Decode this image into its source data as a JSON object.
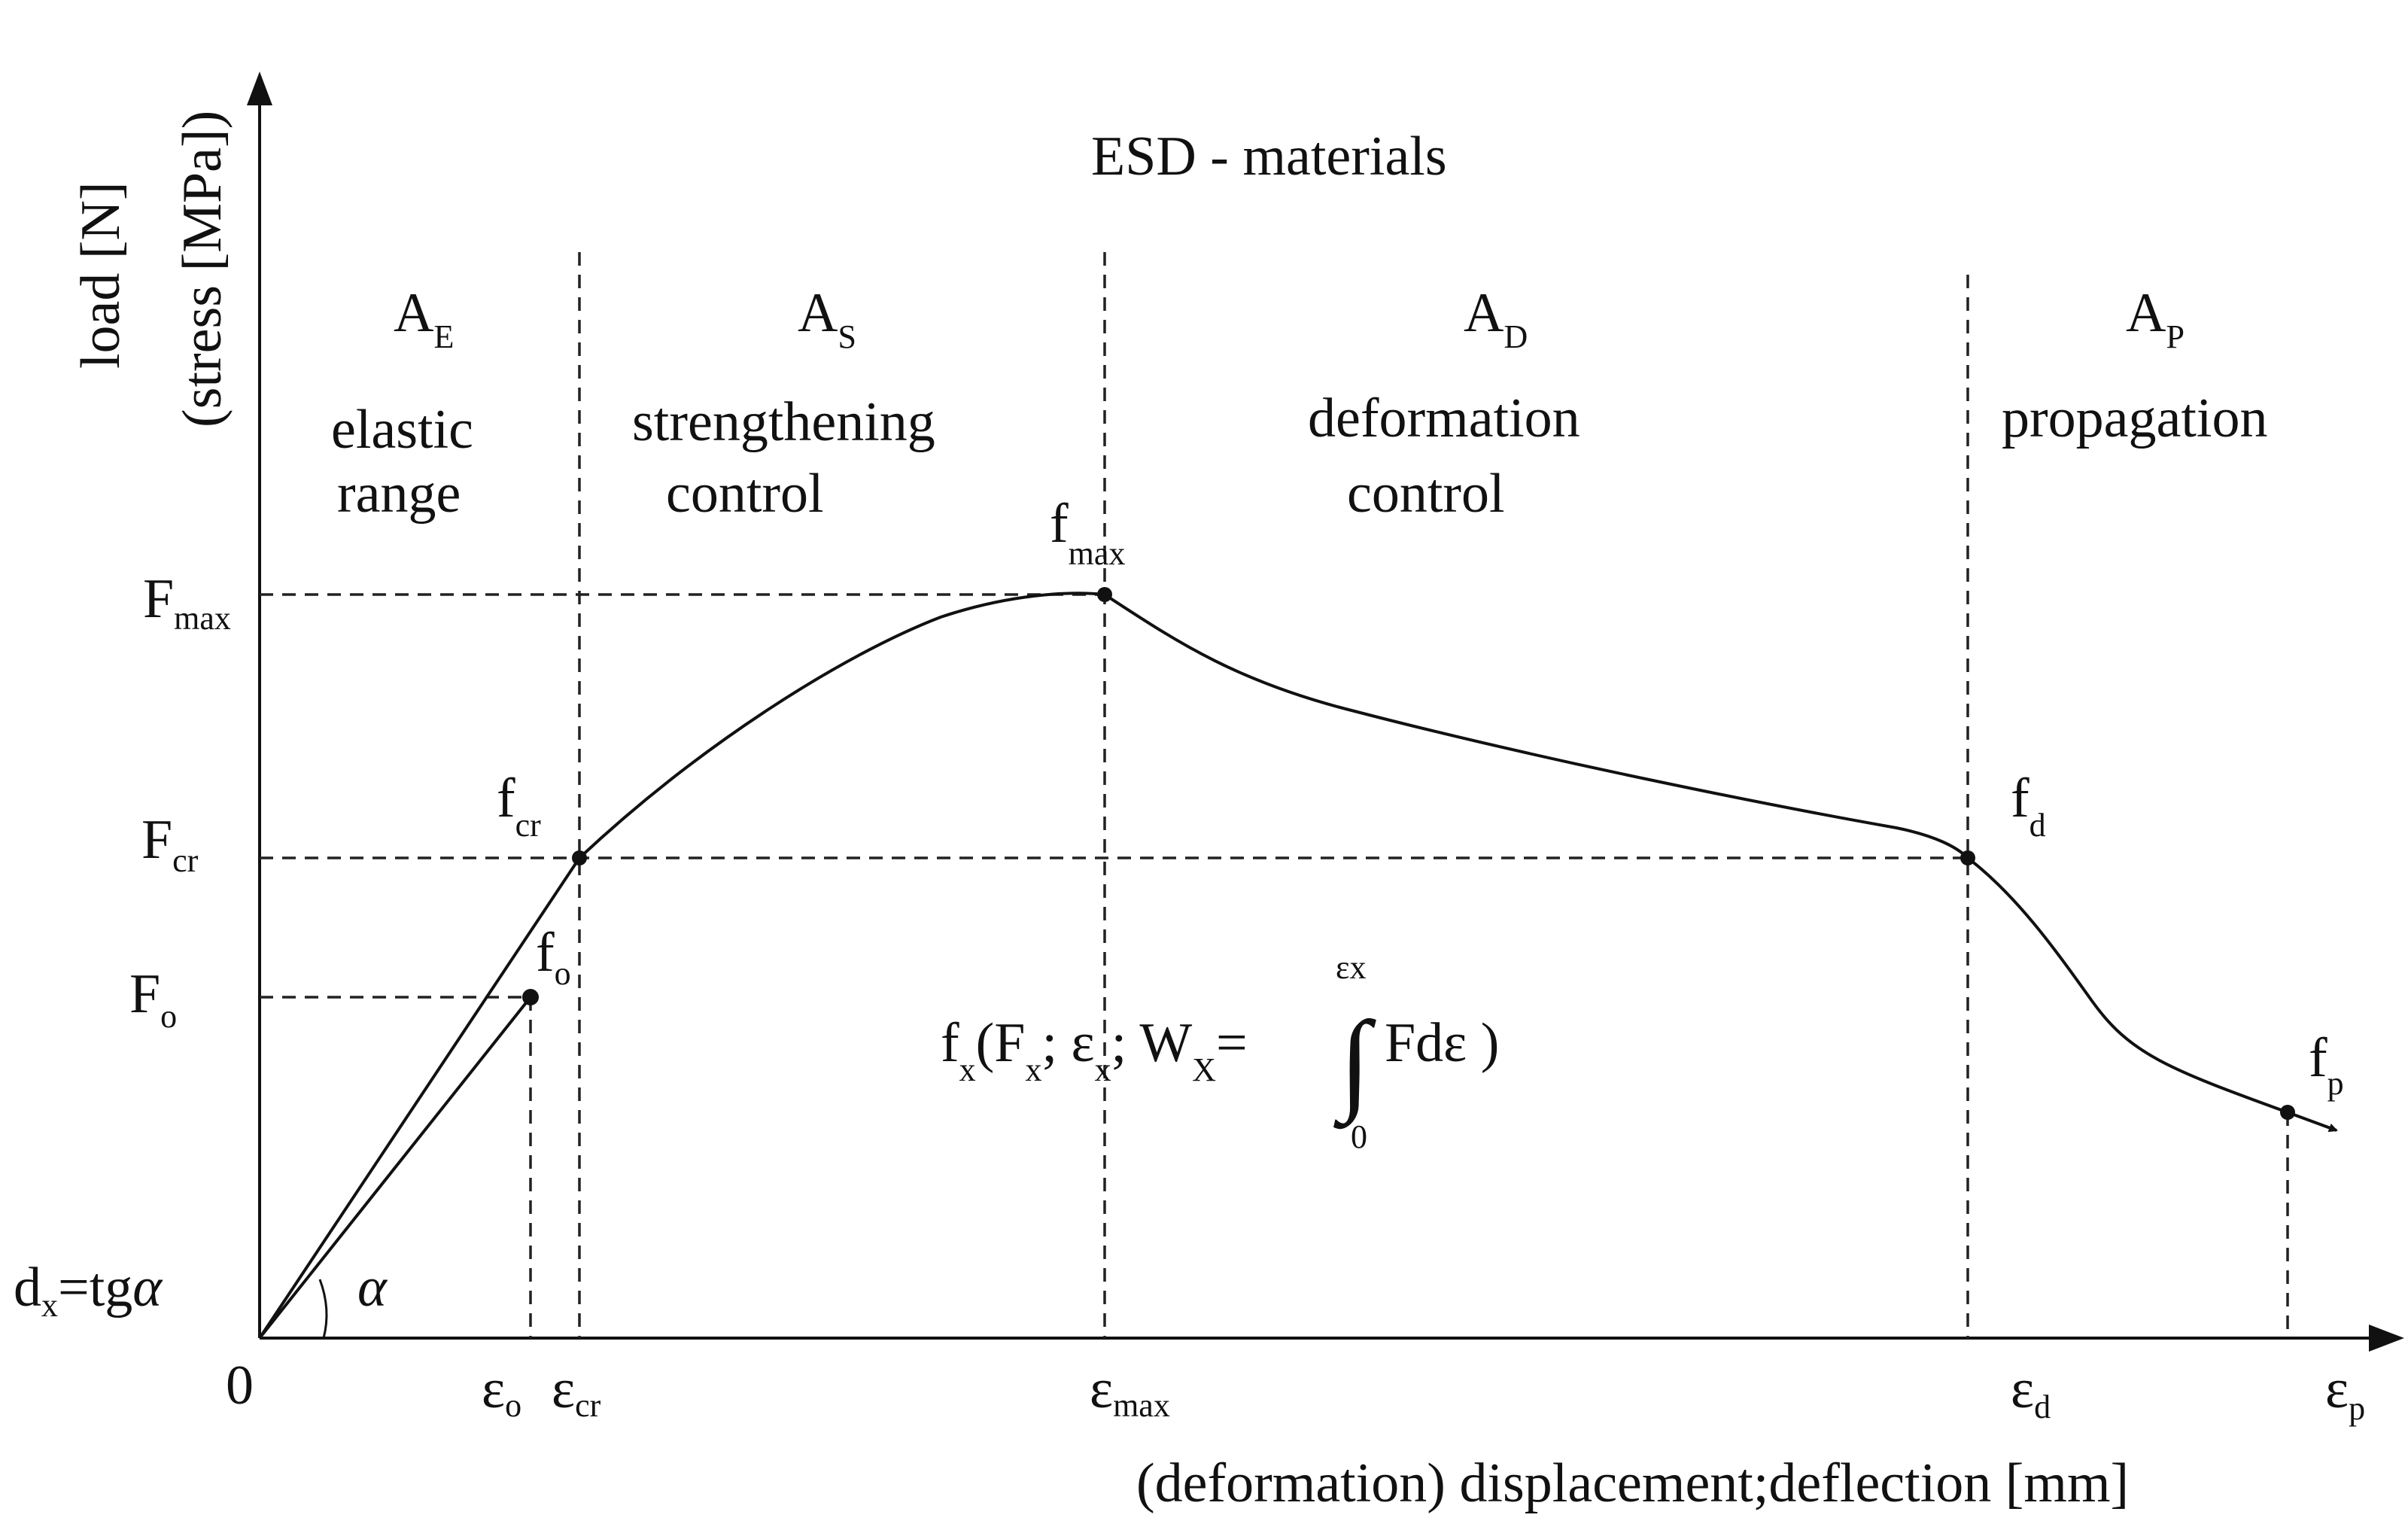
{
  "title": "ESD - materials",
  "y_axis": {
    "label_1": "load   [N]",
    "label_2": "(stress [MPa])"
  },
  "x_axis": {
    "label": "(deformation) displacement;deflection [mm]",
    "origin": "0"
  },
  "regions": [
    {
      "symbol": "A",
      "sub": "E",
      "line1": "elastic",
      "line2": "range"
    },
    {
      "symbol": "A",
      "sub": "S",
      "line1": "strengthening",
      "line2": "control"
    },
    {
      "symbol": "A",
      "sub": "D",
      "line1": "deformation",
      "line2": "control"
    },
    {
      "symbol": "A",
      "sub": "P",
      "line1": "propagation",
      "line2": ""
    }
  ],
  "y_ticks": [
    {
      "main": "F",
      "sub": "max"
    },
    {
      "main": "F",
      "sub": "cr"
    },
    {
      "main": "F",
      "sub": "o"
    }
  ],
  "x_ticks": [
    {
      "main": "ε",
      "sub": "o"
    },
    {
      "main": "ε",
      "sub": "cr"
    },
    {
      "main": "ε",
      "sub": "max"
    },
    {
      "main": "ε",
      "sub": "d"
    },
    {
      "main": "ε",
      "sub": "p"
    }
  ],
  "points": [
    {
      "main": "f",
      "sub": "max"
    },
    {
      "main": "f",
      "sub": "cr"
    },
    {
      "main": "f",
      "sub": "o"
    },
    {
      "main": "f",
      "sub": "d"
    },
    {
      "main": "f",
      "sub": "p"
    }
  ],
  "slope_label": {
    "d": "d",
    "sub": "x",
    "eq": "=tg",
    "alpha": "α"
  },
  "angle_label": "α",
  "formula": {
    "f": "f",
    "fsub": "x",
    "p1": "(F",
    "Fsub": "x",
    "p2": "; ε",
    "esub": "x",
    "p3": "; W",
    "Wsub": "X",
    "p4": "=",
    "integral": "∫",
    "upper": "εx",
    "lower": "0",
    "body": "Fdε )"
  }
}
